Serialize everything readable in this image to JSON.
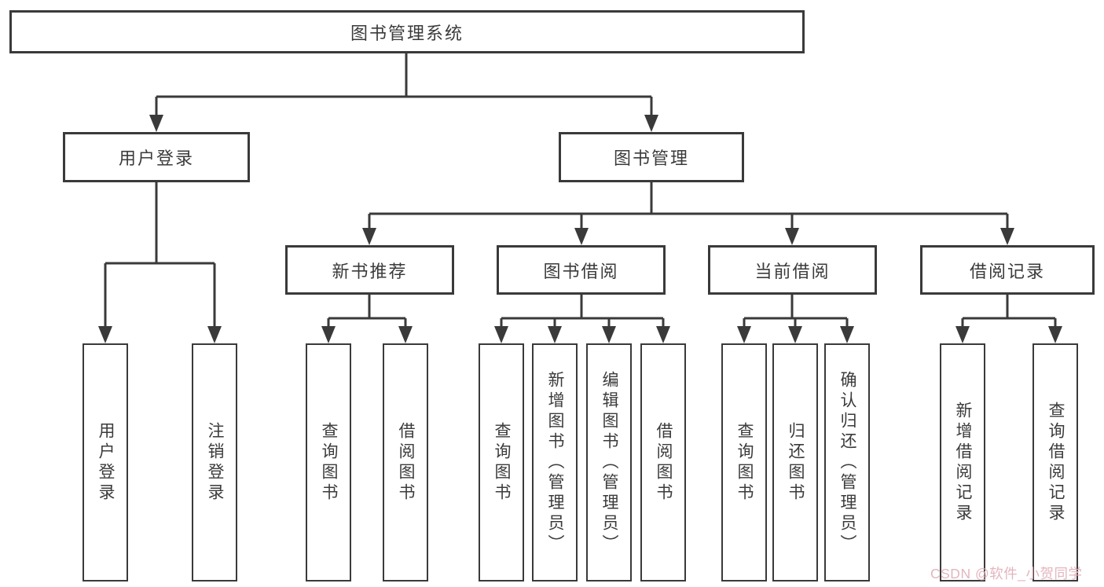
{
  "diagram_title": "图书管理系统",
  "nodes": {
    "root": "图书管理系统",
    "level2": [
      "用户登录",
      "图书管理"
    ],
    "level3": [
      "新书推荐",
      "图书借阅",
      "当前借阅",
      "借阅记录"
    ],
    "leaves": [
      "用户登录",
      "注销登录",
      "查询图书",
      "借阅图书",
      "查询图书",
      "新增图书（管理员）",
      "编辑图书（管理员）",
      "借阅图书",
      "查询图书",
      "归还图书",
      "确认归还（管理员）",
      "新增借阅记录",
      "查询借阅记录"
    ]
  },
  "structure": {
    "图书管理系统": {
      "用户登录": [
        "用户登录",
        "注销登录"
      ],
      "图书管理": {
        "新书推荐": [
          "查询图书",
          "借阅图书"
        ],
        "图书借阅": [
          "查询图书",
          "新增图书（管理员）",
          "编辑图书（管理员）",
          "借阅图书"
        ],
        "当前借阅": [
          "查询图书",
          "归还图书",
          "确认归还（管理员）"
        ],
        "借阅记录": [
          "新增借阅记录",
          "查询借阅记录"
        ]
      }
    }
  },
  "watermark": {
    "text": "CSDN @软件_小贺同学",
    "color": "#e2b2bb"
  },
  "colors": {
    "line": "#3a3a3a",
    "box_border": "#3a3a3a",
    "box_fill": "#ffffff",
    "text": "#3b3b3b",
    "background": "#ffffff"
  }
}
